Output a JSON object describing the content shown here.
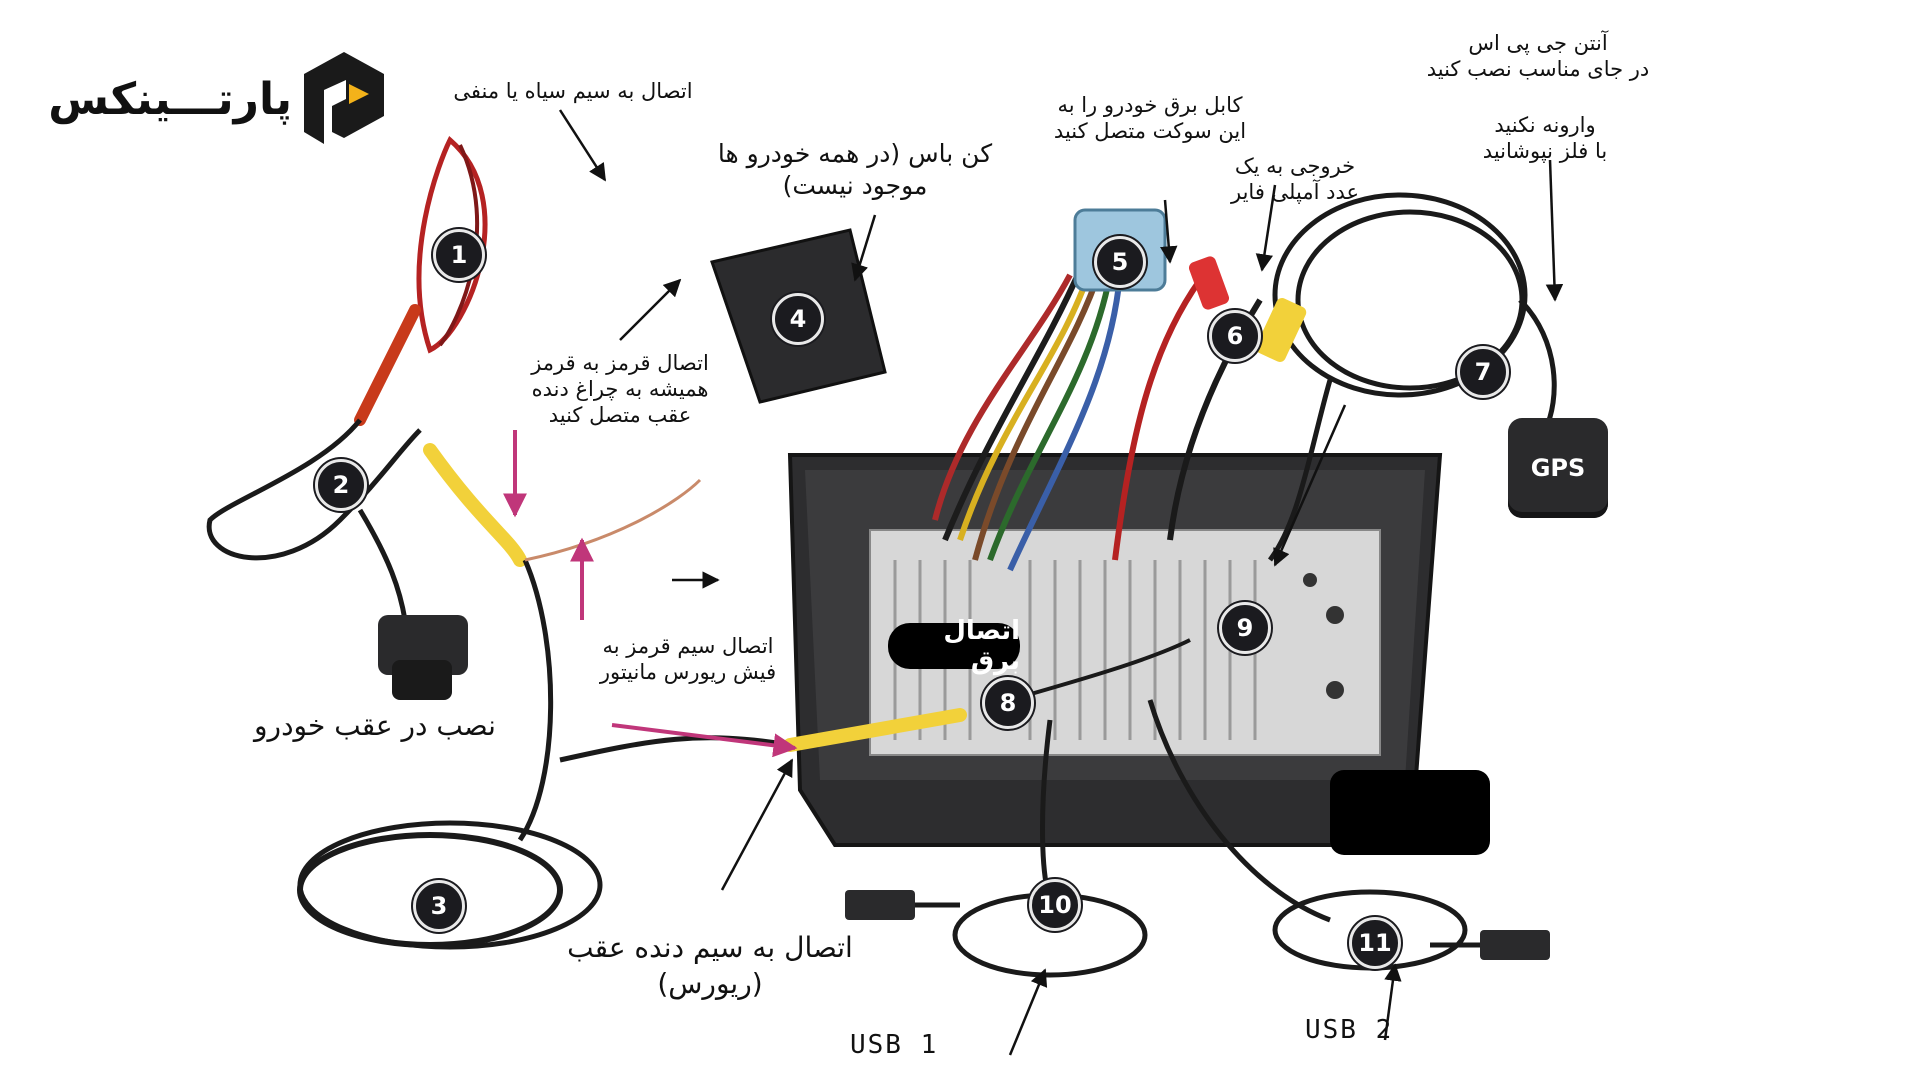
{
  "brand": {
    "name": "پارتـــینکس"
  },
  "colors": {
    "badge": "#1b1b1f",
    "highlight_arrow": "#c0367a",
    "rca_yellow": "#f2d13a",
    "wire_red": "#b52222",
    "connector_blue": "#9ec6de"
  },
  "annotations": {
    "black_wire": "اتصال به سیم سیاه یا منفی",
    "canbus_line1": "کن باس (در همه خودرو ها",
    "canbus_line2": "موجود نیست)",
    "power_cable_line1": "کابل برق خودرو را به",
    "power_cable_line2": "این سوکت متصل کنید",
    "amp_line1": "خروجی به یک",
    "amp_line2": "عدد آمپلی فایر",
    "gps_line1": "آنتن جی پی اس",
    "gps_line2": "در جای مناسب نصب کنید",
    "gps_warn_line1": "وارونه نکنید",
    "gps_warn_line2": "با فلز نپوشانید",
    "red_to_red_line1": "اتصال قرمز به قرمز",
    "red_to_red_line2": "همیشه به چراغ دنده",
    "red_to_red_line3": "عقب متصل کنید",
    "red_to_monitor_line1": "اتصال سیم قرمز به",
    "red_to_monitor_line2": "فیش ریورس مانیتور",
    "camera_mount": "نصب در عقب خودرو",
    "reverse_line1": "اتصال به سیم دنده عقب",
    "reverse_line2": "(ریورس)",
    "power_connection": "اتصال برق",
    "gps_module": "GPS",
    "usb1": "USB 1",
    "usb2": "USB 2"
  },
  "badges": [
    "1",
    "2",
    "3",
    "4",
    "5",
    "6",
    "7",
    "8",
    "9",
    "10",
    "11"
  ]
}
